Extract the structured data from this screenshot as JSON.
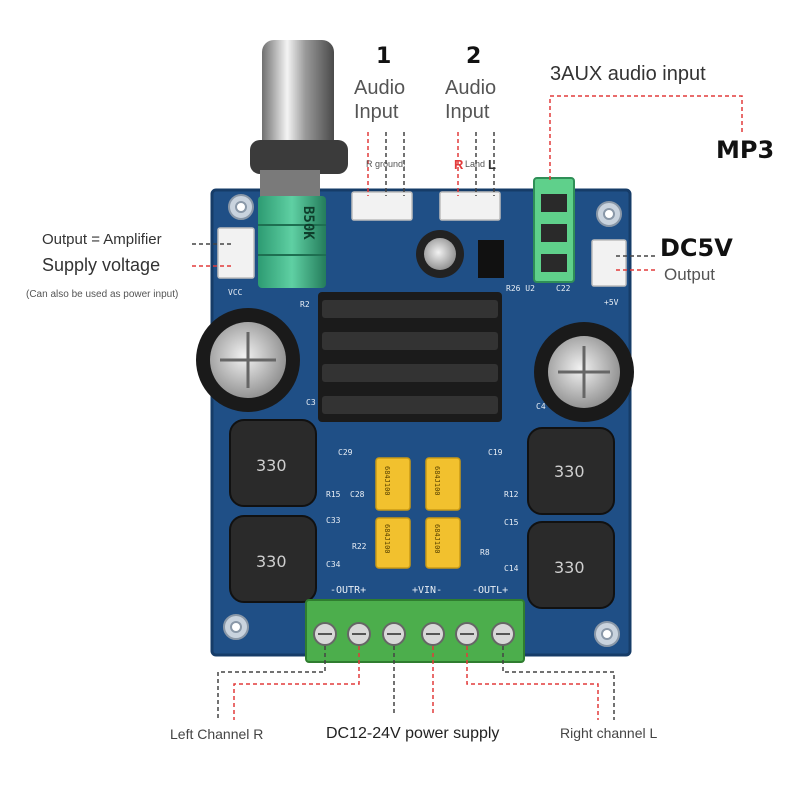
{
  "labels": {
    "input1_num": "1",
    "input1_a": "Audio",
    "input1_b": "Input",
    "input1_pins": "R ground!",
    "input2_num": "2",
    "input2_a": "Audio",
    "input2_b": "Input",
    "input2_r": "R",
    "input2_land": "Land",
    "input2_l": "L",
    "aux": "3AUX audio input",
    "mp3": "MP3",
    "dc5v": "DC5V",
    "dc5v_out": "Output",
    "out_amp": "Output = Amplifier",
    "supply": "Supply voltage",
    "supply_note": "(Can also be used as power input)",
    "left_ch": "Left Channel R",
    "dc_supply": "DC12-24V power supply",
    "right_ch": "Right channel L"
  },
  "silkscreen": {
    "pot": "B50K",
    "vcc": "VCC",
    "r2": "R2",
    "c3": "C3",
    "c4": "C4",
    "c29": "C29",
    "c28": "C28",
    "c33": "C33",
    "c34": "C34",
    "r15": "R15",
    "r22": "R22",
    "c19": "C19",
    "r12": "R12",
    "c15": "C15",
    "c14": "C14",
    "r8": "R8",
    "plus5v": "+5V",
    "outr": "-OUTR+",
    "vin": "+VIN-",
    "outl": "-OUTL+",
    "inductor1": "330",
    "inductor2": "330",
    "inductor3": "330",
    "inductor4": "330",
    "cap1": "684J100",
    "cap2": "684J100",
    "cap3": "684J100",
    "cap4": "684J100",
    "r26": "R26 U2",
    "c22": "C22"
  },
  "colors": {
    "pcb": "#1f4f86",
    "pcb_dark": "#163c68",
    "terminal": "#4cae4c",
    "connector": "#f2f2f2",
    "heatsink": "#1b1b1b",
    "cap_yellow": "#f2c12e",
    "red_line": "#e23b3b",
    "dash_dark": "#444444"
  }
}
